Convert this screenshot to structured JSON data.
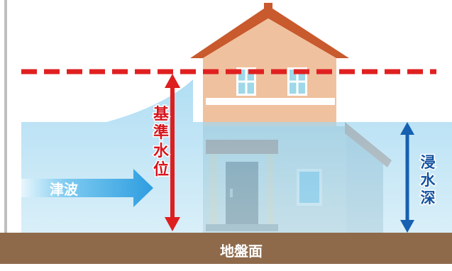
{
  "labels": {
    "kijun_suii": [
      "基",
      "準",
      "水",
      "位"
    ],
    "shinsuishin": [
      "浸",
      "水",
      "深"
    ],
    "tsunami": "津波",
    "jibanmen": "地盤面"
  },
  "colors": {
    "dashed_line": "#e02020",
    "arrow_red": "#dd1f1f",
    "arrow_blue": "#1560b0",
    "water_top": "#8fd0ee",
    "water_bottom": "#c9e8f6",
    "ground": "#8e6a4b",
    "roof": "#c85a2d",
    "wall": "#f0c19f"
  }
}
